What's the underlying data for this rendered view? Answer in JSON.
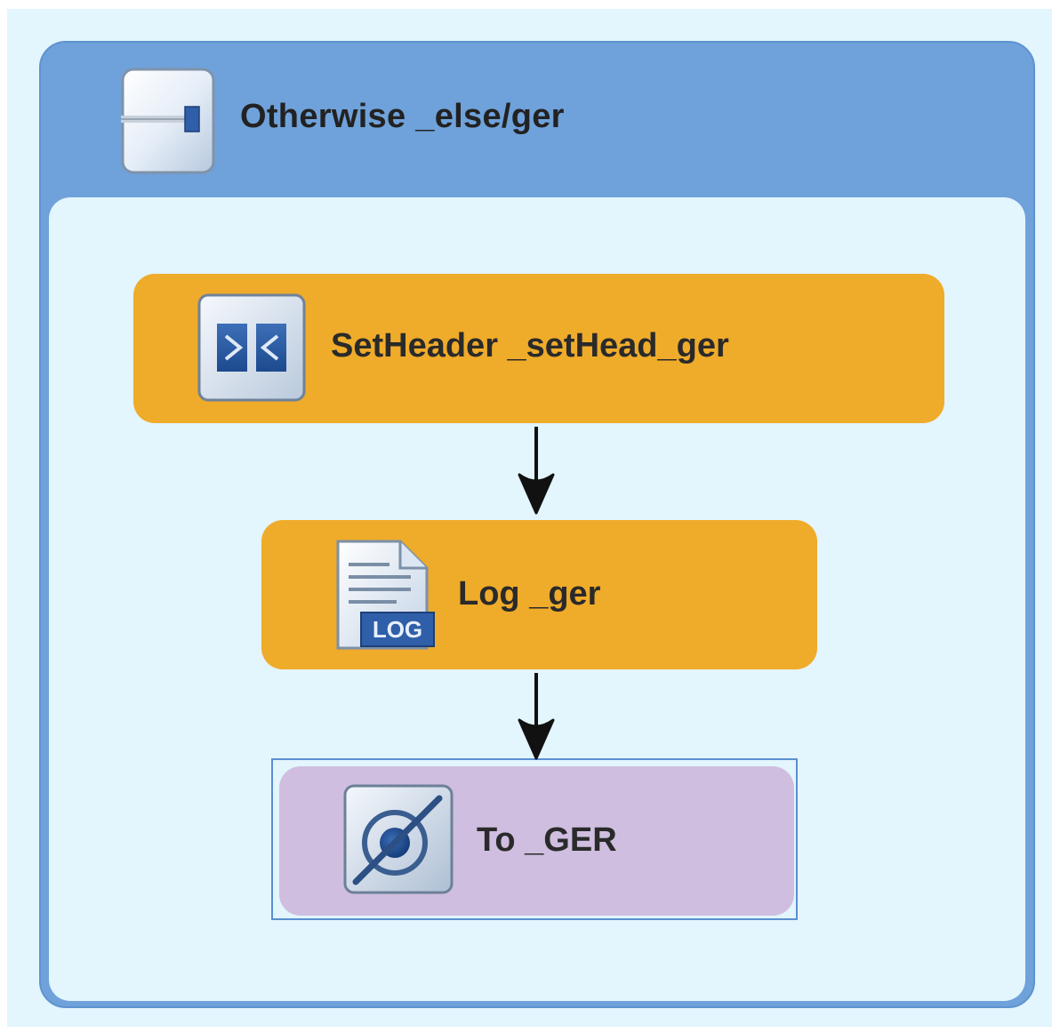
{
  "diagram": {
    "container": {
      "title": "Otherwise _else/ger",
      "icon": "otherwise-branch-icon"
    },
    "nodes": [
      {
        "id": "setheader",
        "label": "SetHeader _setHead_ger",
        "icon": "set-header-icon",
        "color": "#efab2a"
      },
      {
        "id": "log",
        "label": "Log _ger",
        "icon": "log-document-icon",
        "icon_text": "LOG",
        "color": "#efab2a"
      },
      {
        "id": "to",
        "label": "To _GER",
        "icon": "endpoint-to-icon",
        "color": "#cfbedf",
        "selected": true
      }
    ],
    "edges": [
      {
        "from": "setheader",
        "to": "log"
      },
      {
        "from": "log",
        "to": "to"
      }
    ],
    "colors": {
      "background": "#e3f5fd",
      "container": "#6fa2da",
      "processor": "#efab2a",
      "endpoint": "#cfbedf",
      "selection": "#5b8fd0"
    }
  }
}
